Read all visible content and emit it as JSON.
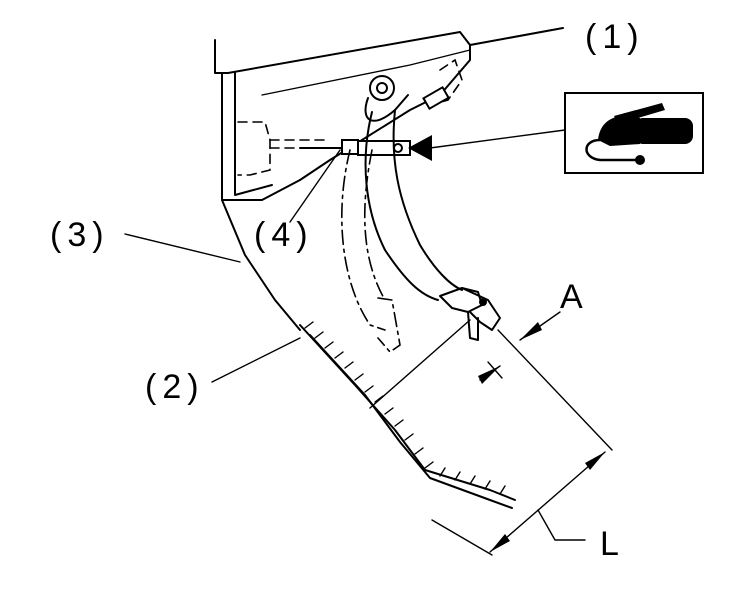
{
  "callouts": {
    "c1": "(1)",
    "c2": "(2)",
    "c3": "(3)",
    "c4": "(4)"
  },
  "dimensions": {
    "a": "A",
    "l": "L"
  },
  "icons": {
    "lubricant": "grease-gun-icon"
  }
}
